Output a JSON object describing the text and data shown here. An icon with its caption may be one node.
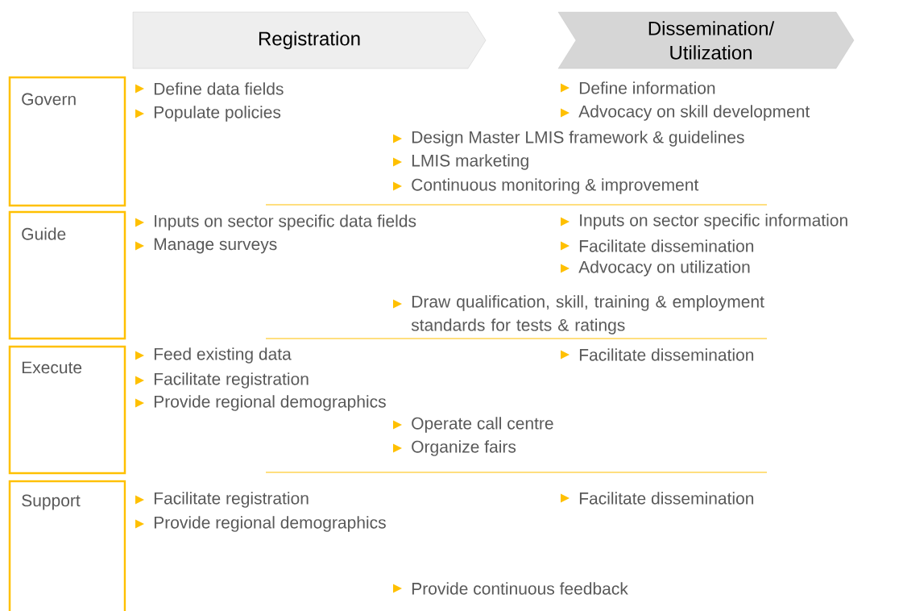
{
  "diagram": {
    "nodes": [
      {
        "text": [
          "Registration"
        ]
      },
      {
        "text": [
          "Dissemination/ Utilization"
        ]
      },
      {
        "text": [
          "Govern"
        ]
      },
      {
        "text": [
          "Guide"
        ]
      },
      {
        "text": [
          "Execute"
        ]
      },
      {
        "text": [
          "Support"
        ]
      }
    ],
    "labels": [
      "Define data fields",
      "Define information",
      "Populate policies",
      "Advocacy on skill development",
      "Design Master LMIS framework & guidelines",
      "LMIS marketing",
      "Continuous monitoring & improvement",
      "Inputs on sector specific data fields",
      "Inputs on sector specific information",
      "Manage surveys",
      "Facilitate dissemination",
      "Advocacy on utilization",
      "Draw qualification, skill, training & employment standards for tests & ratings",
      "Feed existing data",
      "Facilitate dissemination",
      "Facilitate registration",
      "Provide regional demographics",
      "Operate call centre",
      "Organize fairs",
      "Facilitate registration",
      "Facilitate dissemination",
      "Provide regional demographics",
      "Provide continuous feedback"
    ]
  }
}
